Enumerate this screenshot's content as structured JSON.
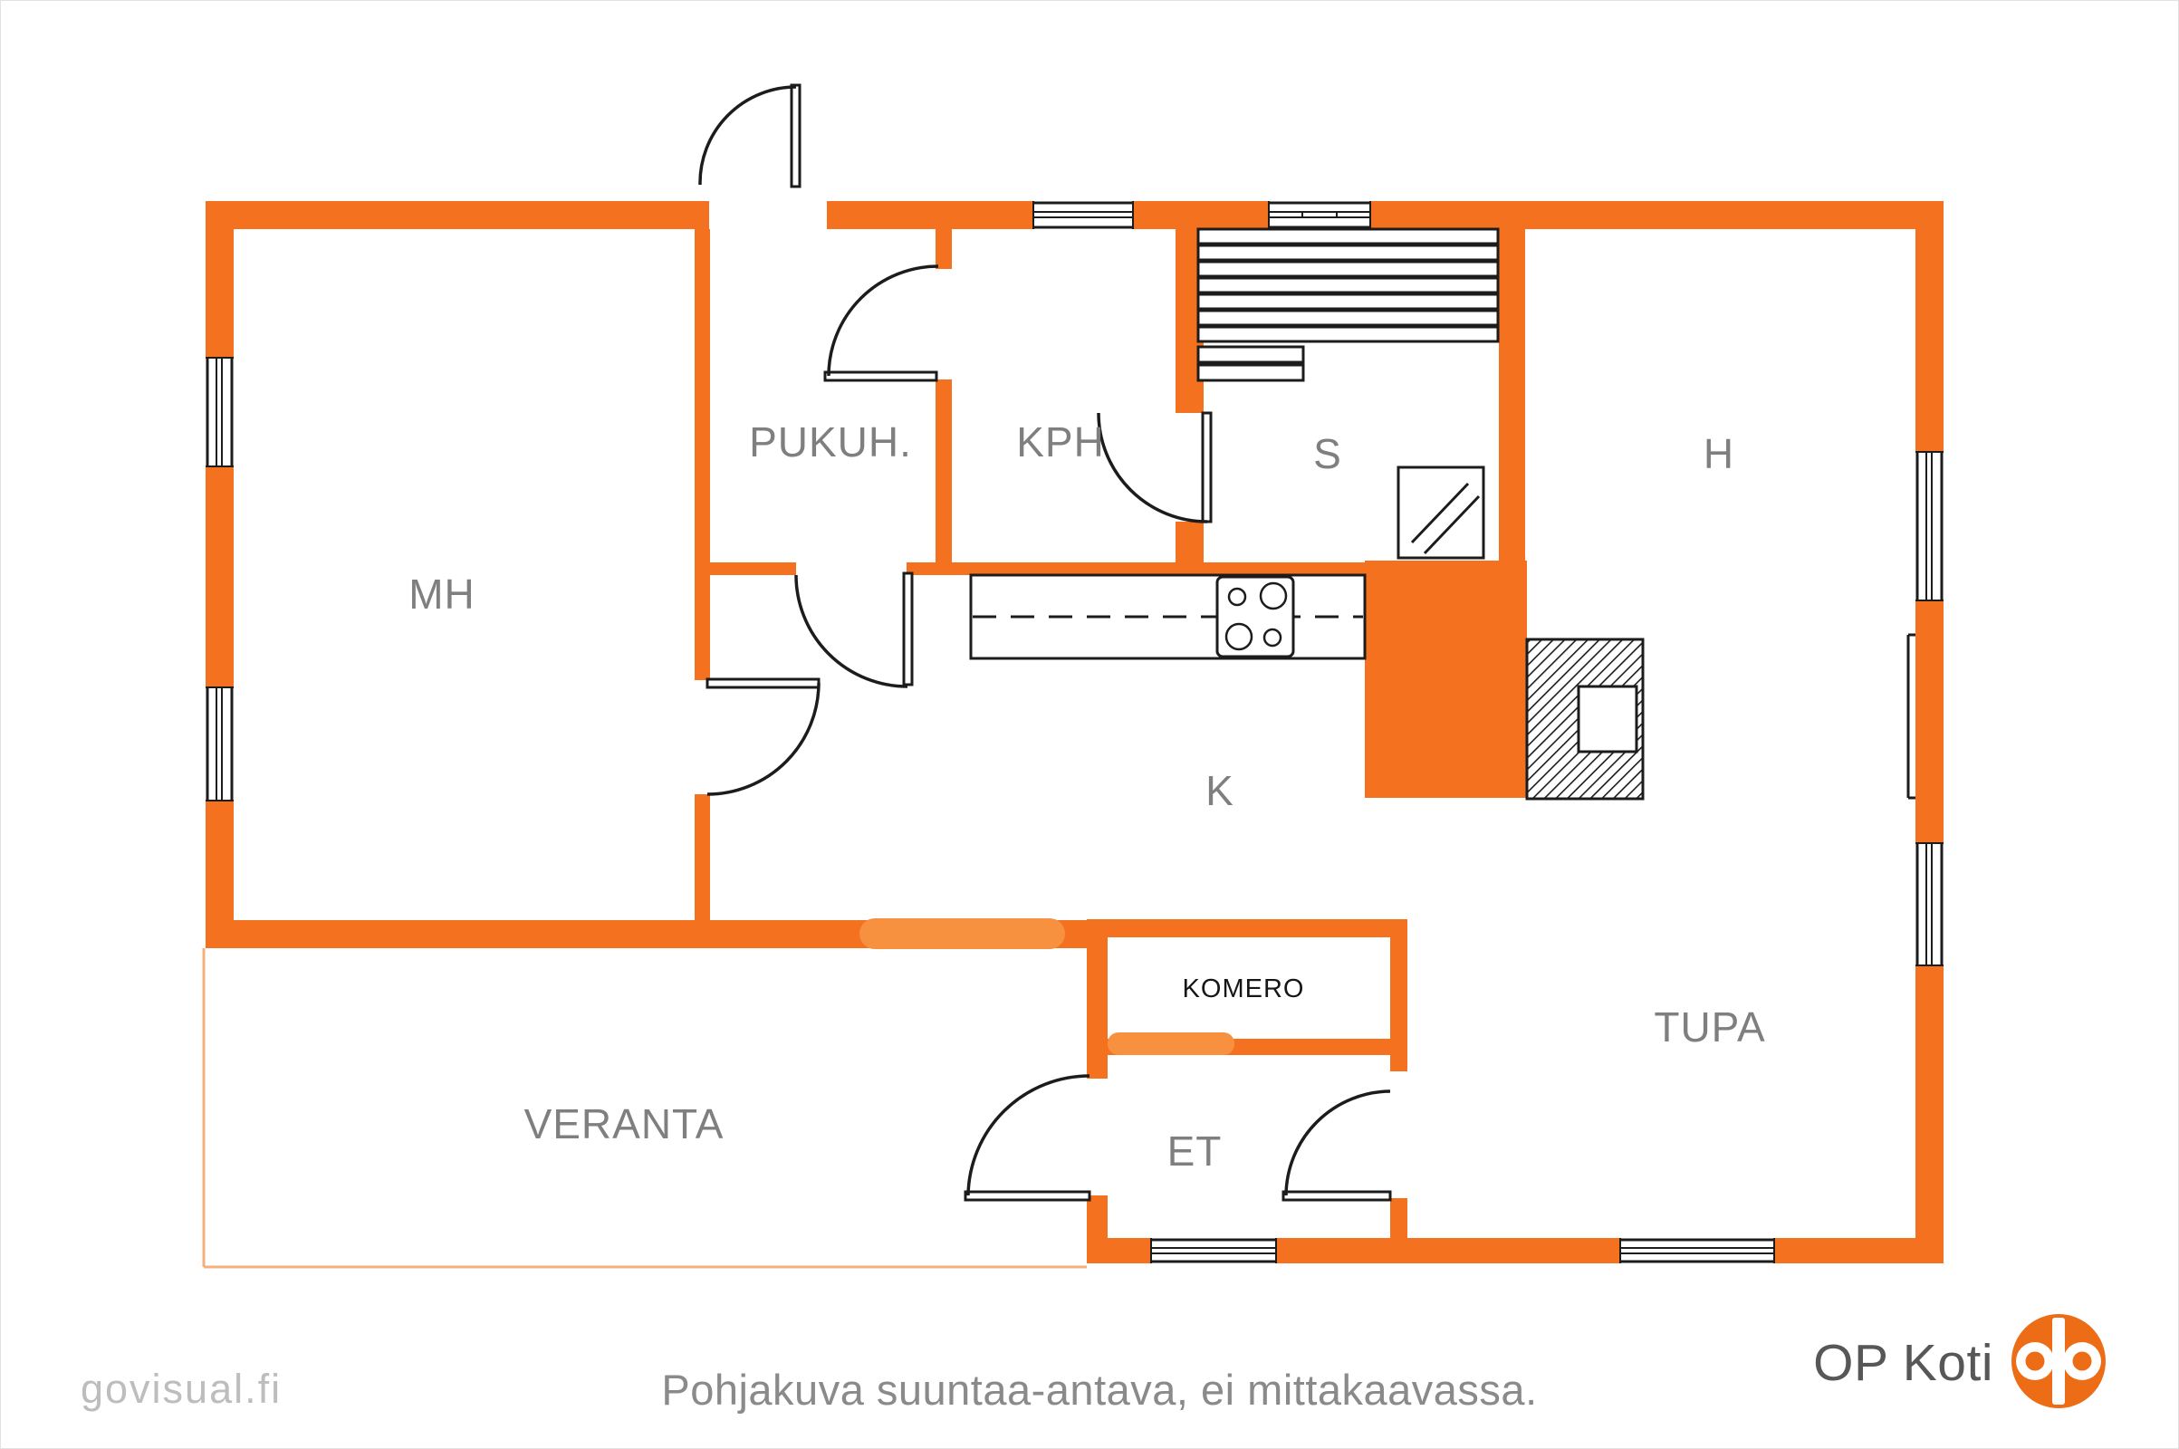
{
  "colors": {
    "wall_orange": "#f4711f",
    "wall_highlight": "#f7913f",
    "room_label": "#7f7f7f",
    "komero_label": "#161616",
    "line_ink": "#1c1c1c",
    "veranda_outline": "#f2b07c",
    "op_logo_orange": "#ed6d17",
    "caption_gray": "#8a8a8a",
    "watermark_gray": "#bdbdbd",
    "brand_gray": "#575757"
  },
  "plan": {
    "rooms": {
      "mh": "MH",
      "pukuh": "PUKUH.",
      "kph": "KPH",
      "s": "S",
      "h": "H",
      "k": "K",
      "tupa": "TUPA",
      "veranta": "VERANTA",
      "et": "ET",
      "komero": "KOMERO"
    },
    "fixtures": {
      "stove": "stove-4-burners",
      "counter": "kitchen-counter",
      "fireplace": "fireplace-hatched",
      "sauna_benches": "sauna-benches",
      "sauna_glass": "sauna-glass-panel",
      "radiator": "radiator-line"
    }
  },
  "footer": {
    "watermark": "govisual.fi",
    "caption": "Pohjakuva suuntaa-antava, ei mittakaavassa.",
    "brand": "OP Koti"
  }
}
